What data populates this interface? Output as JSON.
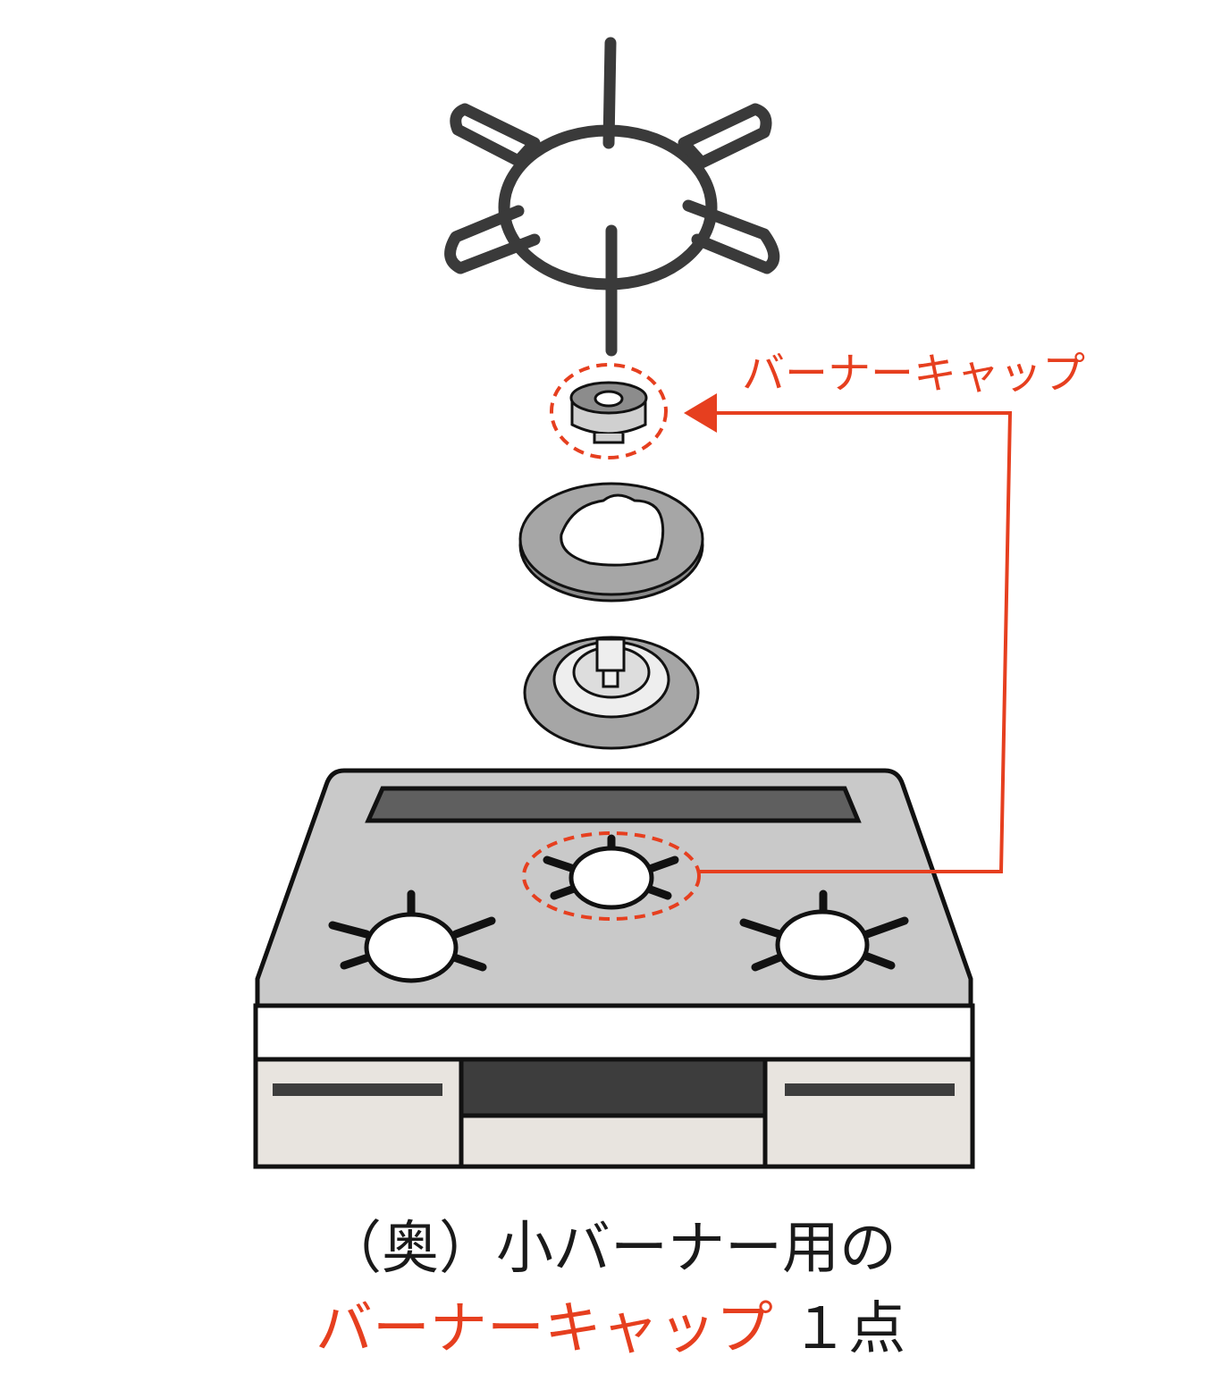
{
  "callout_label": "バーナーキャップ",
  "caption": {
    "line1": "（奥）小バーナー用の",
    "line2_highlight": "バーナーキャップ",
    "line2_rest": " １点"
  },
  "colors": {
    "accent": "#e63f1f",
    "stove_top": "#c9c9c9",
    "front_panel": "#e8e4df",
    "dark": "#3d3d3d"
  }
}
